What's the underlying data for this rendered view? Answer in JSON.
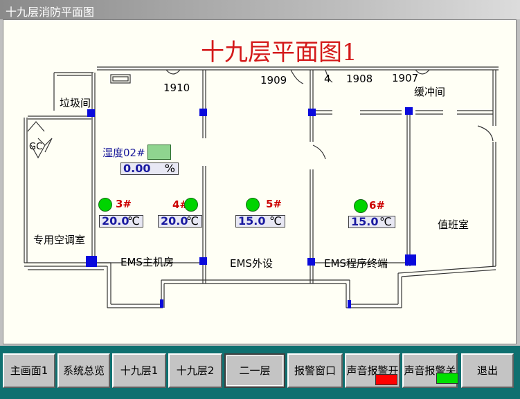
{
  "window": {
    "title": "十九层消防平面图"
  },
  "plan": {
    "title": "十九层平面图1",
    "rooms": {
      "r1910": "1910",
      "r1909": "1909",
      "r4": "4",
      "r1908": "1908",
      "r1907": "1907",
      "buffer": "缓冲间",
      "garbage": "垃圾间",
      "gc": "GC",
      "ac_room": "专用空调室",
      "ems_main": "EMS主机房",
      "ems_ext": "EMS外设",
      "ems_term": "EMS程序终端",
      "duty": "值班室"
    },
    "humidity": {
      "label": "湿度02#",
      "value": "0.00",
      "unit": "%"
    },
    "sensors": [
      {
        "id": "3#",
        "value": "20.0",
        "unit": "℃"
      },
      {
        "id": "4#",
        "value": "20.0",
        "unit": "℃"
      },
      {
        "id": "5#",
        "value": "15.0",
        "unit": "℃"
      },
      {
        "id": "6#",
        "value": "15.0",
        "unit": "℃"
      }
    ]
  },
  "buttons": {
    "main": "主画面1",
    "overview": "系统总览",
    "floor19_1": "十九层1",
    "floor19_2": "十九层2",
    "floor21": "二一层",
    "alarm_window": "报警窗口",
    "sound_on": "声音报警开",
    "sound_off": "声音报警关",
    "exit": "退出"
  },
  "colors": {
    "sound_on_indicator": "#ff0000",
    "sound_off_indicator": "#00e000",
    "title_red": "#d41a1a"
  }
}
